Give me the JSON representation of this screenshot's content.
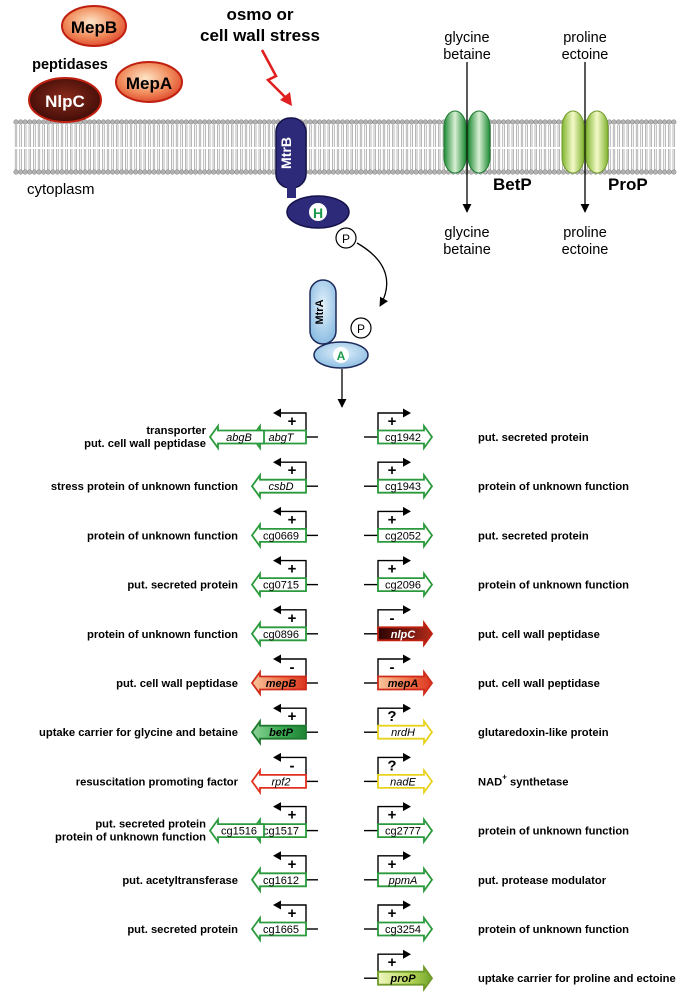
{
  "top": {
    "stress": [
      "osmo or",
      "cell wall stress"
    ],
    "peptidases_label": "peptidases",
    "cytoplasm_label": "cytoplasm",
    "peptidases": [
      {
        "label": "MepB",
        "color": "#e8442b"
      },
      {
        "label": "MepA",
        "color": "#e8442b"
      },
      {
        "label": "NlpC",
        "color": "#5a0f0a"
      }
    ],
    "sensor": {
      "kinase": "MtrB",
      "histidine": "H",
      "phosphate": "P",
      "regulator": "MtrA",
      "aspartate": "A"
    },
    "transporters": [
      {
        "name": "BetP",
        "substrate": [
          "glycine",
          "betaine"
        ],
        "color": "#1f9a3c"
      },
      {
        "name": "ProP",
        "substrate": [
          "proline",
          "ectoine"
        ],
        "color": "#8fc43a"
      }
    ]
  },
  "colors": {
    "kinase": "#2e2a7a",
    "regulator": "#9fcbe8",
    "induced": "#2a9a3c",
    "repressed": "#e84a2a",
    "unclear": "#f2e636",
    "arrow_red": "#e02020"
  },
  "genes_left": [
    {
      "desc": [
        "transporter",
        "put. cell wall peptidase"
      ],
      "genes": [
        "abgT",
        "abgB"
      ],
      "sign": "+",
      "style": "outline-green",
      "italic": true
    },
    {
      "desc": [
        "stress protein of unknown function"
      ],
      "genes": [
        "csbD"
      ],
      "sign": "+",
      "style": "outline-green",
      "italic": true
    },
    {
      "desc": [
        "protein of unknown function"
      ],
      "genes": [
        "cg0669"
      ],
      "sign": "+",
      "style": "outline-green",
      "italic": false
    },
    {
      "desc": [
        "put. secreted protein"
      ],
      "genes": [
        "cg0715"
      ],
      "sign": "+",
      "style": "outline-green",
      "italic": false
    },
    {
      "desc": [
        "protein of unknown function"
      ],
      "genes": [
        "cg0896"
      ],
      "sign": "+",
      "style": "outline-green",
      "italic": false
    },
    {
      "desc": [
        "put. cell wall peptidase"
      ],
      "genes": [
        "mepB"
      ],
      "sign": "-",
      "style": "fill-red",
      "italic": true
    },
    {
      "desc": [
        "uptake carrier for glycine and betaine"
      ],
      "genes": [
        "betP"
      ],
      "sign": "+",
      "style": "fill-green",
      "italic": true
    },
    {
      "desc": [
        "resuscitation promoting factor"
      ],
      "genes": [
        "rpf2"
      ],
      "sign": "-",
      "style": "outline-red",
      "italic": true
    },
    {
      "desc": [
        "put. secreted protein",
        "protein of unknown function"
      ],
      "genes": [
        "cg1517",
        "cg1516"
      ],
      "sign": "+",
      "style": "outline-green",
      "italic": false
    },
    {
      "desc": [
        "put. acetyltransferase"
      ],
      "genes": [
        "cg1612"
      ],
      "sign": "+",
      "style": "outline-green",
      "italic": false
    },
    {
      "desc": [
        "put. secreted protein"
      ],
      "genes": [
        "cg1665"
      ],
      "sign": "+",
      "style": "outline-green",
      "italic": false
    }
  ],
  "genes_right": [
    {
      "desc": [
        "put. secreted protein"
      ],
      "genes": [
        "cg1942"
      ],
      "sign": "+",
      "style": "outline-green",
      "italic": false
    },
    {
      "desc": [
        "protein of unknown function"
      ],
      "genes": [
        "cg1943"
      ],
      "sign": "+",
      "style": "outline-green",
      "italic": false
    },
    {
      "desc": [
        "put. secreted protein"
      ],
      "genes": [
        "cg2052"
      ],
      "sign": "+",
      "style": "outline-green",
      "italic": false
    },
    {
      "desc": [
        "protein of unknown function"
      ],
      "genes": [
        "cg2096"
      ],
      "sign": "+",
      "style": "outline-green",
      "italic": false
    },
    {
      "desc": [
        "put. cell wall peptidase"
      ],
      "genes": [
        "nlpC"
      ],
      "sign": "-",
      "style": "fill-dark",
      "italic": true
    },
    {
      "desc": [
        "put. cell wall peptidase"
      ],
      "genes": [
        "mepA"
      ],
      "sign": "-",
      "style": "fill-red",
      "italic": true
    },
    {
      "desc": [
        "glutaredoxin-like protein"
      ],
      "genes": [
        "nrdH"
      ],
      "sign": "?",
      "style": "outline-yellow",
      "italic": true
    },
    {
      "desc": [
        "NAD",
        "+",
        " synthetase"
      ],
      "genes": [
        "nadE"
      ],
      "sign": "?",
      "style": "outline-yellow",
      "italic": true,
      "superscript": true
    },
    {
      "desc": [
        "protein of unknown function"
      ],
      "genes": [
        "cg2777"
      ],
      "sign": "+",
      "style": "outline-green",
      "italic": false
    },
    {
      "desc": [
        "put. protease modulator"
      ],
      "genes": [
        "ppmA"
      ],
      "sign": "+",
      "style": "outline-green",
      "italic": true
    },
    {
      "desc": [
        "protein of unknown function"
      ],
      "genes": [
        "cg3254"
      ],
      "sign": "+",
      "style": "outline-green",
      "italic": false
    },
    {
      "desc": [
        "uptake carrier for proline and ectoine"
      ],
      "genes": [
        "proP"
      ],
      "sign": "+",
      "style": "fill-lime",
      "italic": true
    }
  ]
}
